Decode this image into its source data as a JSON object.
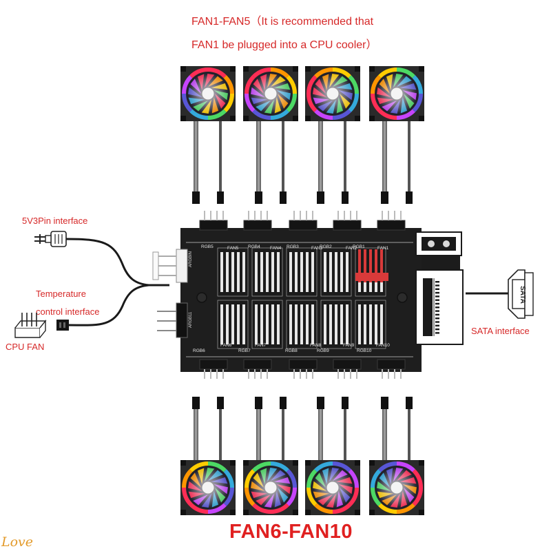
{
  "captions": {
    "top_line1": "FAN1-FAN5（It is recommended that",
    "top_line2": "FAN1 be plugged into a CPU cooler）",
    "bottom": "FAN6-FAN10"
  },
  "labels": {
    "pin_interface": "5V3Pin interface",
    "temperature": "Temperature",
    "control_interface": "control interface",
    "cpu_fan": "CPU FAN",
    "sata_interface": "SATA interface",
    "sata_connector_text": "SATA"
  },
  "board": {
    "top_row": [
      "RGB5",
      "FAN5",
      "RGB4",
      "FAN4",
      "RGB3",
      "FAN3",
      "RGB2",
      "FAN2",
      "RGB1",
      "FAN1"
    ],
    "bottom_row": [
      "RGB6",
      "FAN6",
      "RGB7",
      "FAN7",
      "RGB8",
      "FAN8",
      "RGB9",
      "FAN9",
      "RGB10",
      "FAN10"
    ],
    "side_in": "ARGBIN",
    "side_out": "ARGB11"
  },
  "watermark": "Love",
  "colors": {
    "caption_red": "#d62828",
    "board": "#1c1c1c",
    "accent_red": "#d93a3a"
  }
}
